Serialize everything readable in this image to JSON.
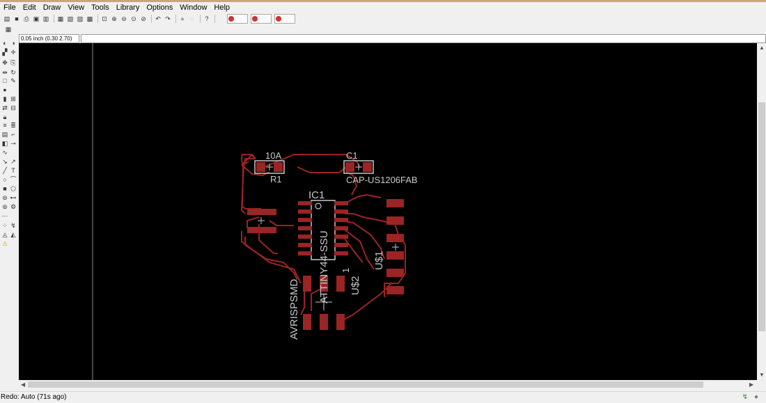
{
  "menu": [
    "File",
    "Edit",
    "Draw",
    "View",
    "Tools",
    "Library",
    "Options",
    "Window",
    "Help"
  ],
  "fab_buttons": [
    "fab-link",
    "pcb-quote",
    "pcb-3d"
  ],
  "coord_readout": "0.05 inch (0.30 2.70)",
  "status": "Redo: Auto (71s ago)",
  "board": {
    "labels": {
      "r1_value": "10A",
      "r1_name": "R1",
      "c1_name": "C1",
      "c1_value": "CAP-US1206FAB",
      "ic1_name": "IC1",
      "ic1_value": "ATTINY44-SSU",
      "us1_name": "U$1",
      "us2_name": "U$2",
      "avr_label": "AVRISPSMD",
      "pin1": "1"
    },
    "colors": {
      "background": "#000000",
      "copper": "#9b2424",
      "silkscreen": "#c8c8c8"
    }
  },
  "icons": [
    "save-icon",
    "print-icon",
    "zoom-in-icon",
    "zoom-out-icon",
    "undo-icon",
    "redo-icon",
    "stop-icon",
    "help-icon",
    "grid-icon"
  ]
}
